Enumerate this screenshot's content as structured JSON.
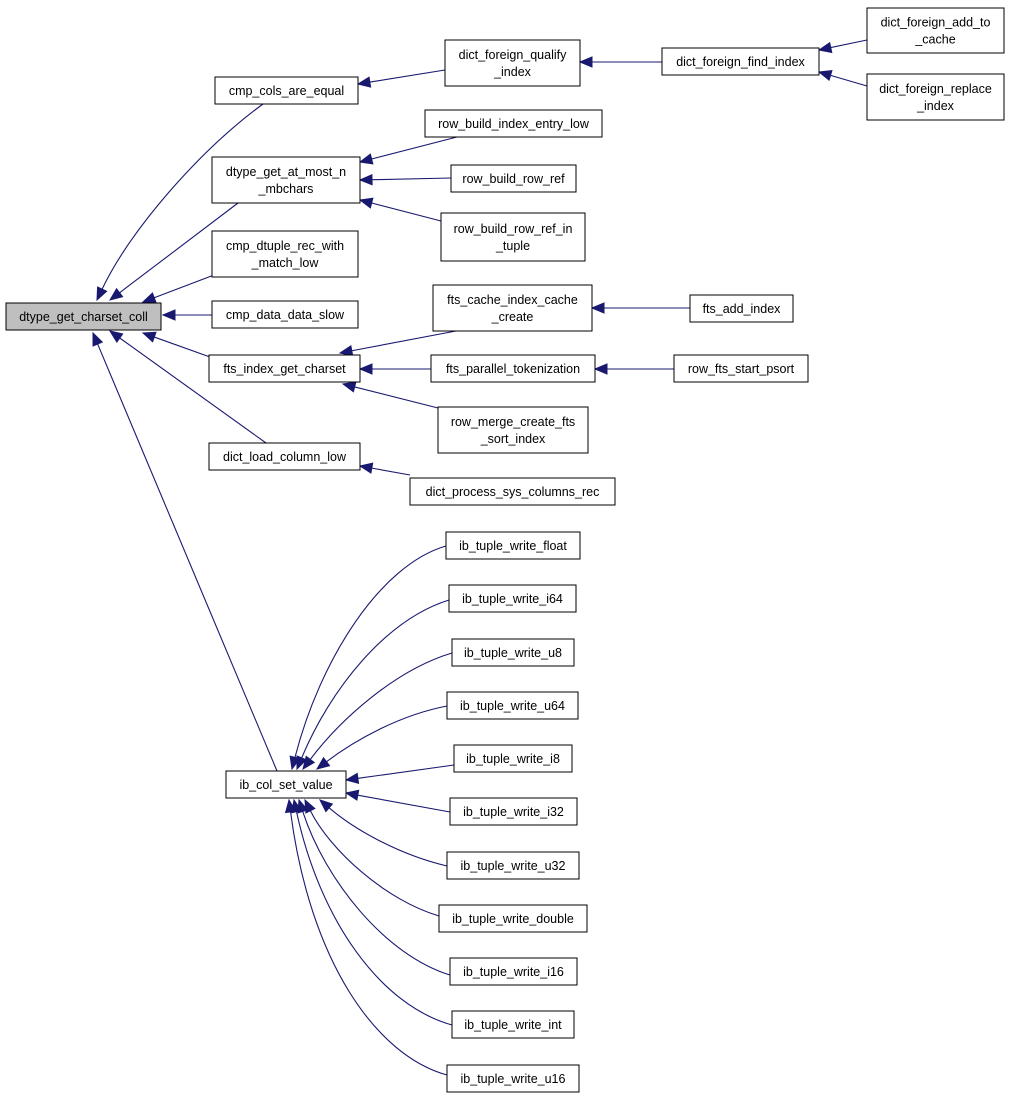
{
  "nodes": {
    "root": {
      "lines": [
        "dtype_get_charset_coll"
      ]
    },
    "cmp_cols_are_equal": {
      "lines": [
        "cmp_cols_are_equal"
      ]
    },
    "dtype_get_at_most_n_mbchars": {
      "lines": [
        "dtype_get_at_most_n",
        "_mbchars"
      ]
    },
    "cmp_dtuple_rec_with_match_low": {
      "lines": [
        "cmp_dtuple_rec_with",
        "_match_low"
      ]
    },
    "cmp_data_data_slow": {
      "lines": [
        "cmp_data_data_slow"
      ]
    },
    "fts_index_get_charset": {
      "lines": [
        "fts_index_get_charset"
      ]
    },
    "dict_load_column_low": {
      "lines": [
        "dict_load_column_low"
      ]
    },
    "ib_col_set_value": {
      "lines": [
        "ib_col_set_value"
      ]
    },
    "dict_foreign_qualify_index": {
      "lines": [
        "dict_foreign_qualify",
        "_index"
      ]
    },
    "dict_foreign_find_index": {
      "lines": [
        "dict_foreign_find_index"
      ]
    },
    "dict_foreign_add_to_cache": {
      "lines": [
        "dict_foreign_add_to",
        "_cache"
      ]
    },
    "dict_foreign_replace_index": {
      "lines": [
        "dict_foreign_replace",
        "_index"
      ]
    },
    "row_build_index_entry_low": {
      "lines": [
        "row_build_index_entry_low"
      ]
    },
    "row_build_row_ref": {
      "lines": [
        "row_build_row_ref"
      ]
    },
    "row_build_row_ref_in_tuple": {
      "lines": [
        "row_build_row_ref_in",
        "_tuple"
      ]
    },
    "fts_cache_index_cache_create": {
      "lines": [
        "fts_cache_index_cache",
        "_create"
      ]
    },
    "fts_add_index": {
      "lines": [
        "fts_add_index"
      ]
    },
    "fts_parallel_tokenization": {
      "lines": [
        "fts_parallel_tokenization"
      ]
    },
    "row_fts_start_psort": {
      "lines": [
        "row_fts_start_psort"
      ]
    },
    "row_merge_create_fts_sort_index": {
      "lines": [
        "row_merge_create_fts",
        "_sort_index"
      ]
    },
    "dict_process_sys_columns_rec": {
      "lines": [
        "dict_process_sys_columns_rec"
      ]
    },
    "ib_tuple_write_float": {
      "lines": [
        "ib_tuple_write_float"
      ]
    },
    "ib_tuple_write_i64": {
      "lines": [
        "ib_tuple_write_i64"
      ]
    },
    "ib_tuple_write_u8": {
      "lines": [
        "ib_tuple_write_u8"
      ]
    },
    "ib_tuple_write_u64": {
      "lines": [
        "ib_tuple_write_u64"
      ]
    },
    "ib_tuple_write_i8": {
      "lines": [
        "ib_tuple_write_i8"
      ]
    },
    "ib_tuple_write_i32": {
      "lines": [
        "ib_tuple_write_i32"
      ]
    },
    "ib_tuple_write_u32": {
      "lines": [
        "ib_tuple_write_u32"
      ]
    },
    "ib_tuple_write_double": {
      "lines": [
        "ib_tuple_write_double"
      ]
    },
    "ib_tuple_write_i16": {
      "lines": [
        "ib_tuple_write_i16"
      ]
    },
    "ib_tuple_write_int": {
      "lines": [
        "ib_tuple_write_int"
      ]
    },
    "ib_tuple_write_u16": {
      "lines": [
        "ib_tuple_write_u16"
      ]
    }
  },
  "edges": [
    [
      "cmp_cols_are_equal",
      "root"
    ],
    [
      "dtype_get_at_most_n_mbchars",
      "root"
    ],
    [
      "cmp_dtuple_rec_with_match_low",
      "root"
    ],
    [
      "cmp_data_data_slow",
      "root"
    ],
    [
      "fts_index_get_charset",
      "root"
    ],
    [
      "dict_load_column_low",
      "root"
    ],
    [
      "ib_col_set_value",
      "root"
    ],
    [
      "dict_foreign_qualify_index",
      "cmp_cols_are_equal"
    ],
    [
      "dict_foreign_find_index",
      "dict_foreign_qualify_index"
    ],
    [
      "dict_foreign_add_to_cache",
      "dict_foreign_find_index"
    ],
    [
      "dict_foreign_replace_index",
      "dict_foreign_find_index"
    ],
    [
      "row_build_index_entry_low",
      "dtype_get_at_most_n_mbchars"
    ],
    [
      "row_build_row_ref",
      "dtype_get_at_most_n_mbchars"
    ],
    [
      "row_build_row_ref_in_tuple",
      "dtype_get_at_most_n_mbchars"
    ],
    [
      "fts_cache_index_cache_create",
      "fts_index_get_charset"
    ],
    [
      "fts_parallel_tokenization",
      "fts_index_get_charset"
    ],
    [
      "row_merge_create_fts_sort_index",
      "fts_index_get_charset"
    ],
    [
      "fts_add_index",
      "fts_cache_index_cache_create"
    ],
    [
      "row_fts_start_psort",
      "fts_parallel_tokenization"
    ],
    [
      "dict_process_sys_columns_rec",
      "dict_load_column_low"
    ],
    [
      "ib_tuple_write_float",
      "ib_col_set_value"
    ],
    [
      "ib_tuple_write_i64",
      "ib_col_set_value"
    ],
    [
      "ib_tuple_write_u8",
      "ib_col_set_value"
    ],
    [
      "ib_tuple_write_u64",
      "ib_col_set_value"
    ],
    [
      "ib_tuple_write_i8",
      "ib_col_set_value"
    ],
    [
      "ib_tuple_write_i32",
      "ib_col_set_value"
    ],
    [
      "ib_tuple_write_u32",
      "ib_col_set_value"
    ],
    [
      "ib_tuple_write_double",
      "ib_col_set_value"
    ],
    [
      "ib_tuple_write_i16",
      "ib_col_set_value"
    ],
    [
      "ib_tuple_write_int",
      "ib_col_set_value"
    ],
    [
      "ib_tuple_write_u16",
      "ib_col_set_value"
    ]
  ],
  "colors": {
    "edge": "#191970",
    "root_fill": "#bfbfbf",
    "node_fill": "#ffffff",
    "node_border": "#000000"
  }
}
